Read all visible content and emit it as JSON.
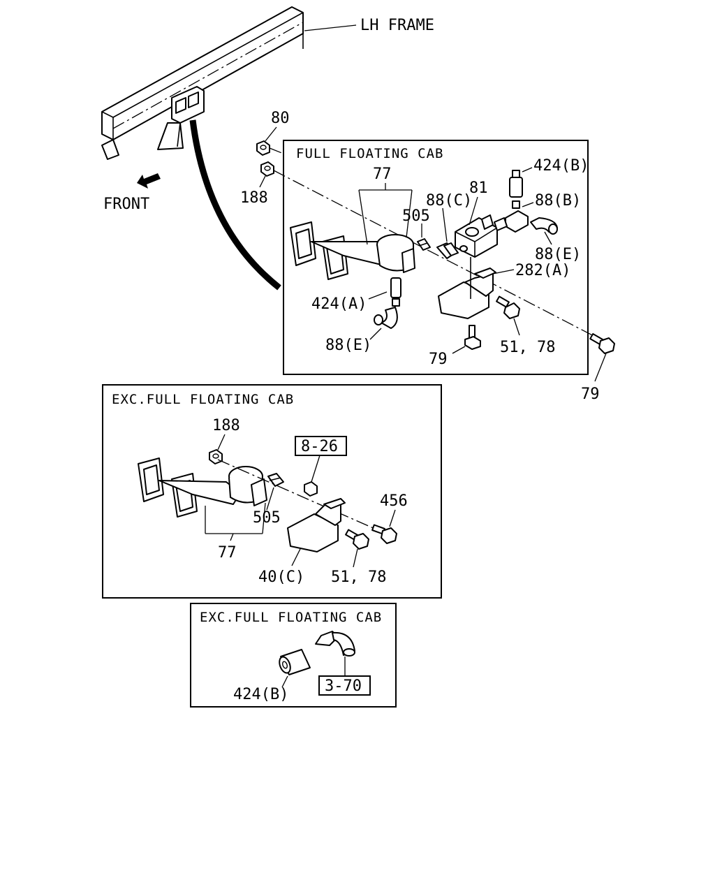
{
  "frame": {
    "lh_frame_label": "LH FRAME",
    "front_label": "FRONT"
  },
  "panel_full": {
    "title": "FULL FLOATING CAB",
    "labels": {
      "p77": "77",
      "p505": "505",
      "p88c": "88(C)",
      "p81": "81",
      "p424b": "424(B)",
      "p88b": "88(B)",
      "p88e_right": "88(E)",
      "p282a": "282(A)",
      "p424a": "424(A)",
      "p88e_left": "88(E)",
      "p79_center": "79",
      "p51_78": "51, 78"
    }
  },
  "outer_labels": {
    "p80": "80",
    "p188": "188",
    "p79_outer": "79"
  },
  "panel_exc1": {
    "title": "EXC.FULL FLOATING CAB",
    "labels": {
      "p188": "188",
      "ref_8_26": "8-26",
      "p456": "456",
      "p505": "505",
      "p77": "77",
      "p40c": "40(C)",
      "p51_78": "51, 78"
    }
  },
  "panel_exc2": {
    "title": "EXC.FULL FLOATING CAB",
    "labels": {
      "p424b": "424(B)",
      "ref_3_70": "3-70"
    }
  }
}
